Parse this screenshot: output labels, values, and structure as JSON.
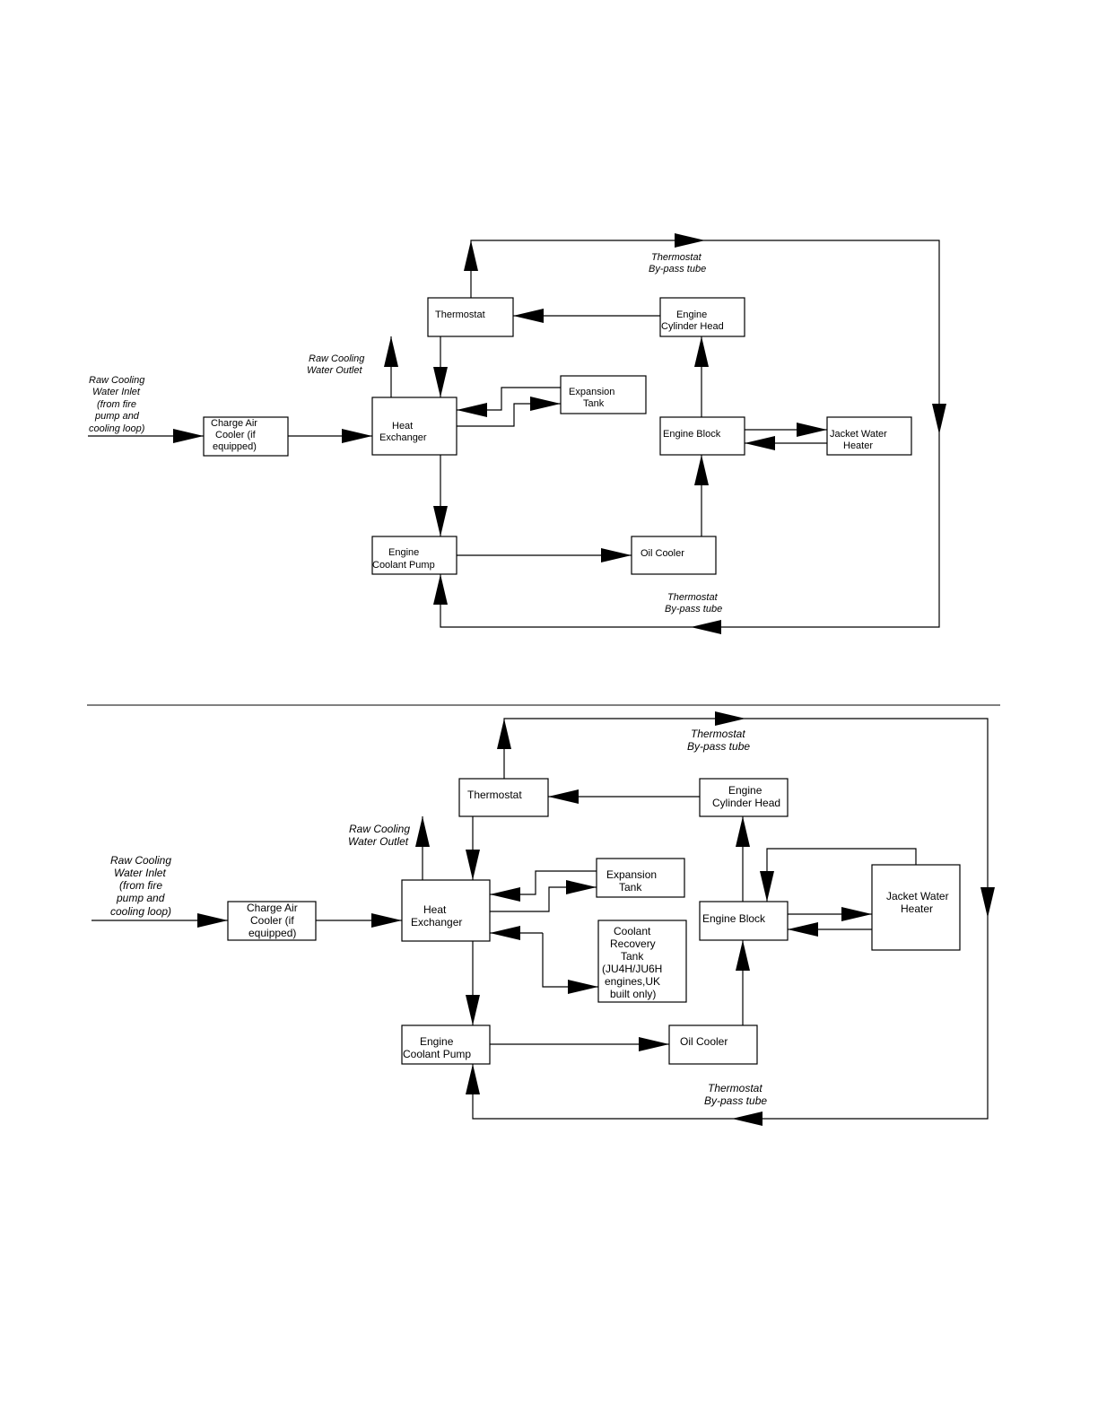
{
  "diagram1": {
    "thermostat": "Thermostat",
    "cylinder_head": [
      "Engine",
      "Cylinder Head"
    ],
    "raw_outlet": [
      "Raw Cooling",
      "Water Outlet"
    ],
    "raw_inlet": [
      "Raw Cooling",
      "Water Inlet",
      "(from fire",
      "pump and",
      "cooling loop)"
    ],
    "charge_air": [
      "Charge Air",
      "Cooler (if",
      "equipped)"
    ],
    "heat_exchanger": [
      "Heat",
      "Exchanger"
    ],
    "expansion_tank": [
      "Expansion",
      "Tank"
    ],
    "engine_block": "Engine Block",
    "jacket_heater": [
      "Jacket Water",
      "Heater"
    ],
    "coolant_pump": [
      "Engine",
      "Coolant Pump"
    ],
    "oil_cooler": "Oil Cooler",
    "bypass_top": [
      "Thermostat",
      "By-pass tube"
    ],
    "bypass_bottom": [
      "Thermostat",
      "By-pass tube"
    ]
  },
  "diagram2": {
    "thermostat": "Thermostat",
    "cylinder_head": [
      "Engine",
      "Cylinder Head"
    ],
    "raw_outlet": [
      "Raw Cooling",
      "Water Outlet"
    ],
    "raw_inlet": [
      "Raw Cooling",
      "Water Inlet",
      "(from fire",
      "pump and",
      "cooling loop)"
    ],
    "charge_air": [
      "Charge Air",
      "Cooler (if",
      "equipped)"
    ],
    "heat_exchanger": [
      "Heat",
      "Exchanger"
    ],
    "expansion_tank": [
      "Expansion",
      "Tank"
    ],
    "recovery_tank": [
      "Coolant",
      "Recovery",
      "Tank",
      "(JU4H/JU6H",
      "engines,UK",
      "built only)"
    ],
    "engine_block": "Engine Block",
    "jacket_heater": [
      "Jacket Water",
      "Heater"
    ],
    "coolant_pump": [
      "Engine",
      "Coolant Pump"
    ],
    "oil_cooler": "Oil Cooler",
    "bypass_top": [
      "Thermostat",
      "By-pass tube"
    ],
    "bypass_bottom": [
      "Thermostat",
      "By-pass tube"
    ]
  }
}
